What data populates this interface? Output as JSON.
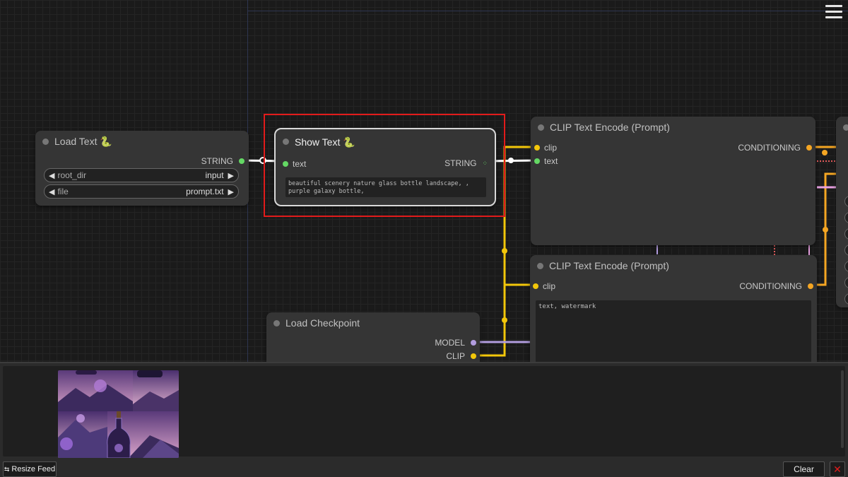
{
  "nodes": {
    "load_text": {
      "title": "Load Text 🐍",
      "output_label": "STRING",
      "widgets": [
        {
          "name": "root_dir",
          "value": "input"
        },
        {
          "name": "file",
          "value": "prompt.txt"
        }
      ]
    },
    "show_text": {
      "title": "Show Text 🐍",
      "input_label": "text",
      "output_label": "STRING",
      "text": "beautiful scenery nature glass bottle landscape, , purple galaxy bottle,"
    },
    "clip_encode_positive": {
      "title": "CLIP Text Encode (Prompt)",
      "inputs": [
        "clip",
        "text"
      ],
      "output_label": "CONDITIONING"
    },
    "clip_encode_negative": {
      "title": "CLIP Text Encode (Prompt)",
      "input_label": "clip",
      "output_label": "CONDITIONING",
      "text": "text, watermark"
    },
    "load_checkpoint": {
      "title": "Load Checkpoint",
      "outputs": [
        "MODEL",
        "CLIP"
      ]
    }
  },
  "feed": {
    "resize_label": "Resize Feed",
    "clear_label": "Clear",
    "close_symbol": "✕"
  },
  "colors": {
    "string_wire": "#ffffff",
    "clip_wire": "#f3c70a",
    "conditioning_wire": "#f5a623",
    "model_wire": "#b29ddf",
    "highlight": "#e21b1b"
  }
}
